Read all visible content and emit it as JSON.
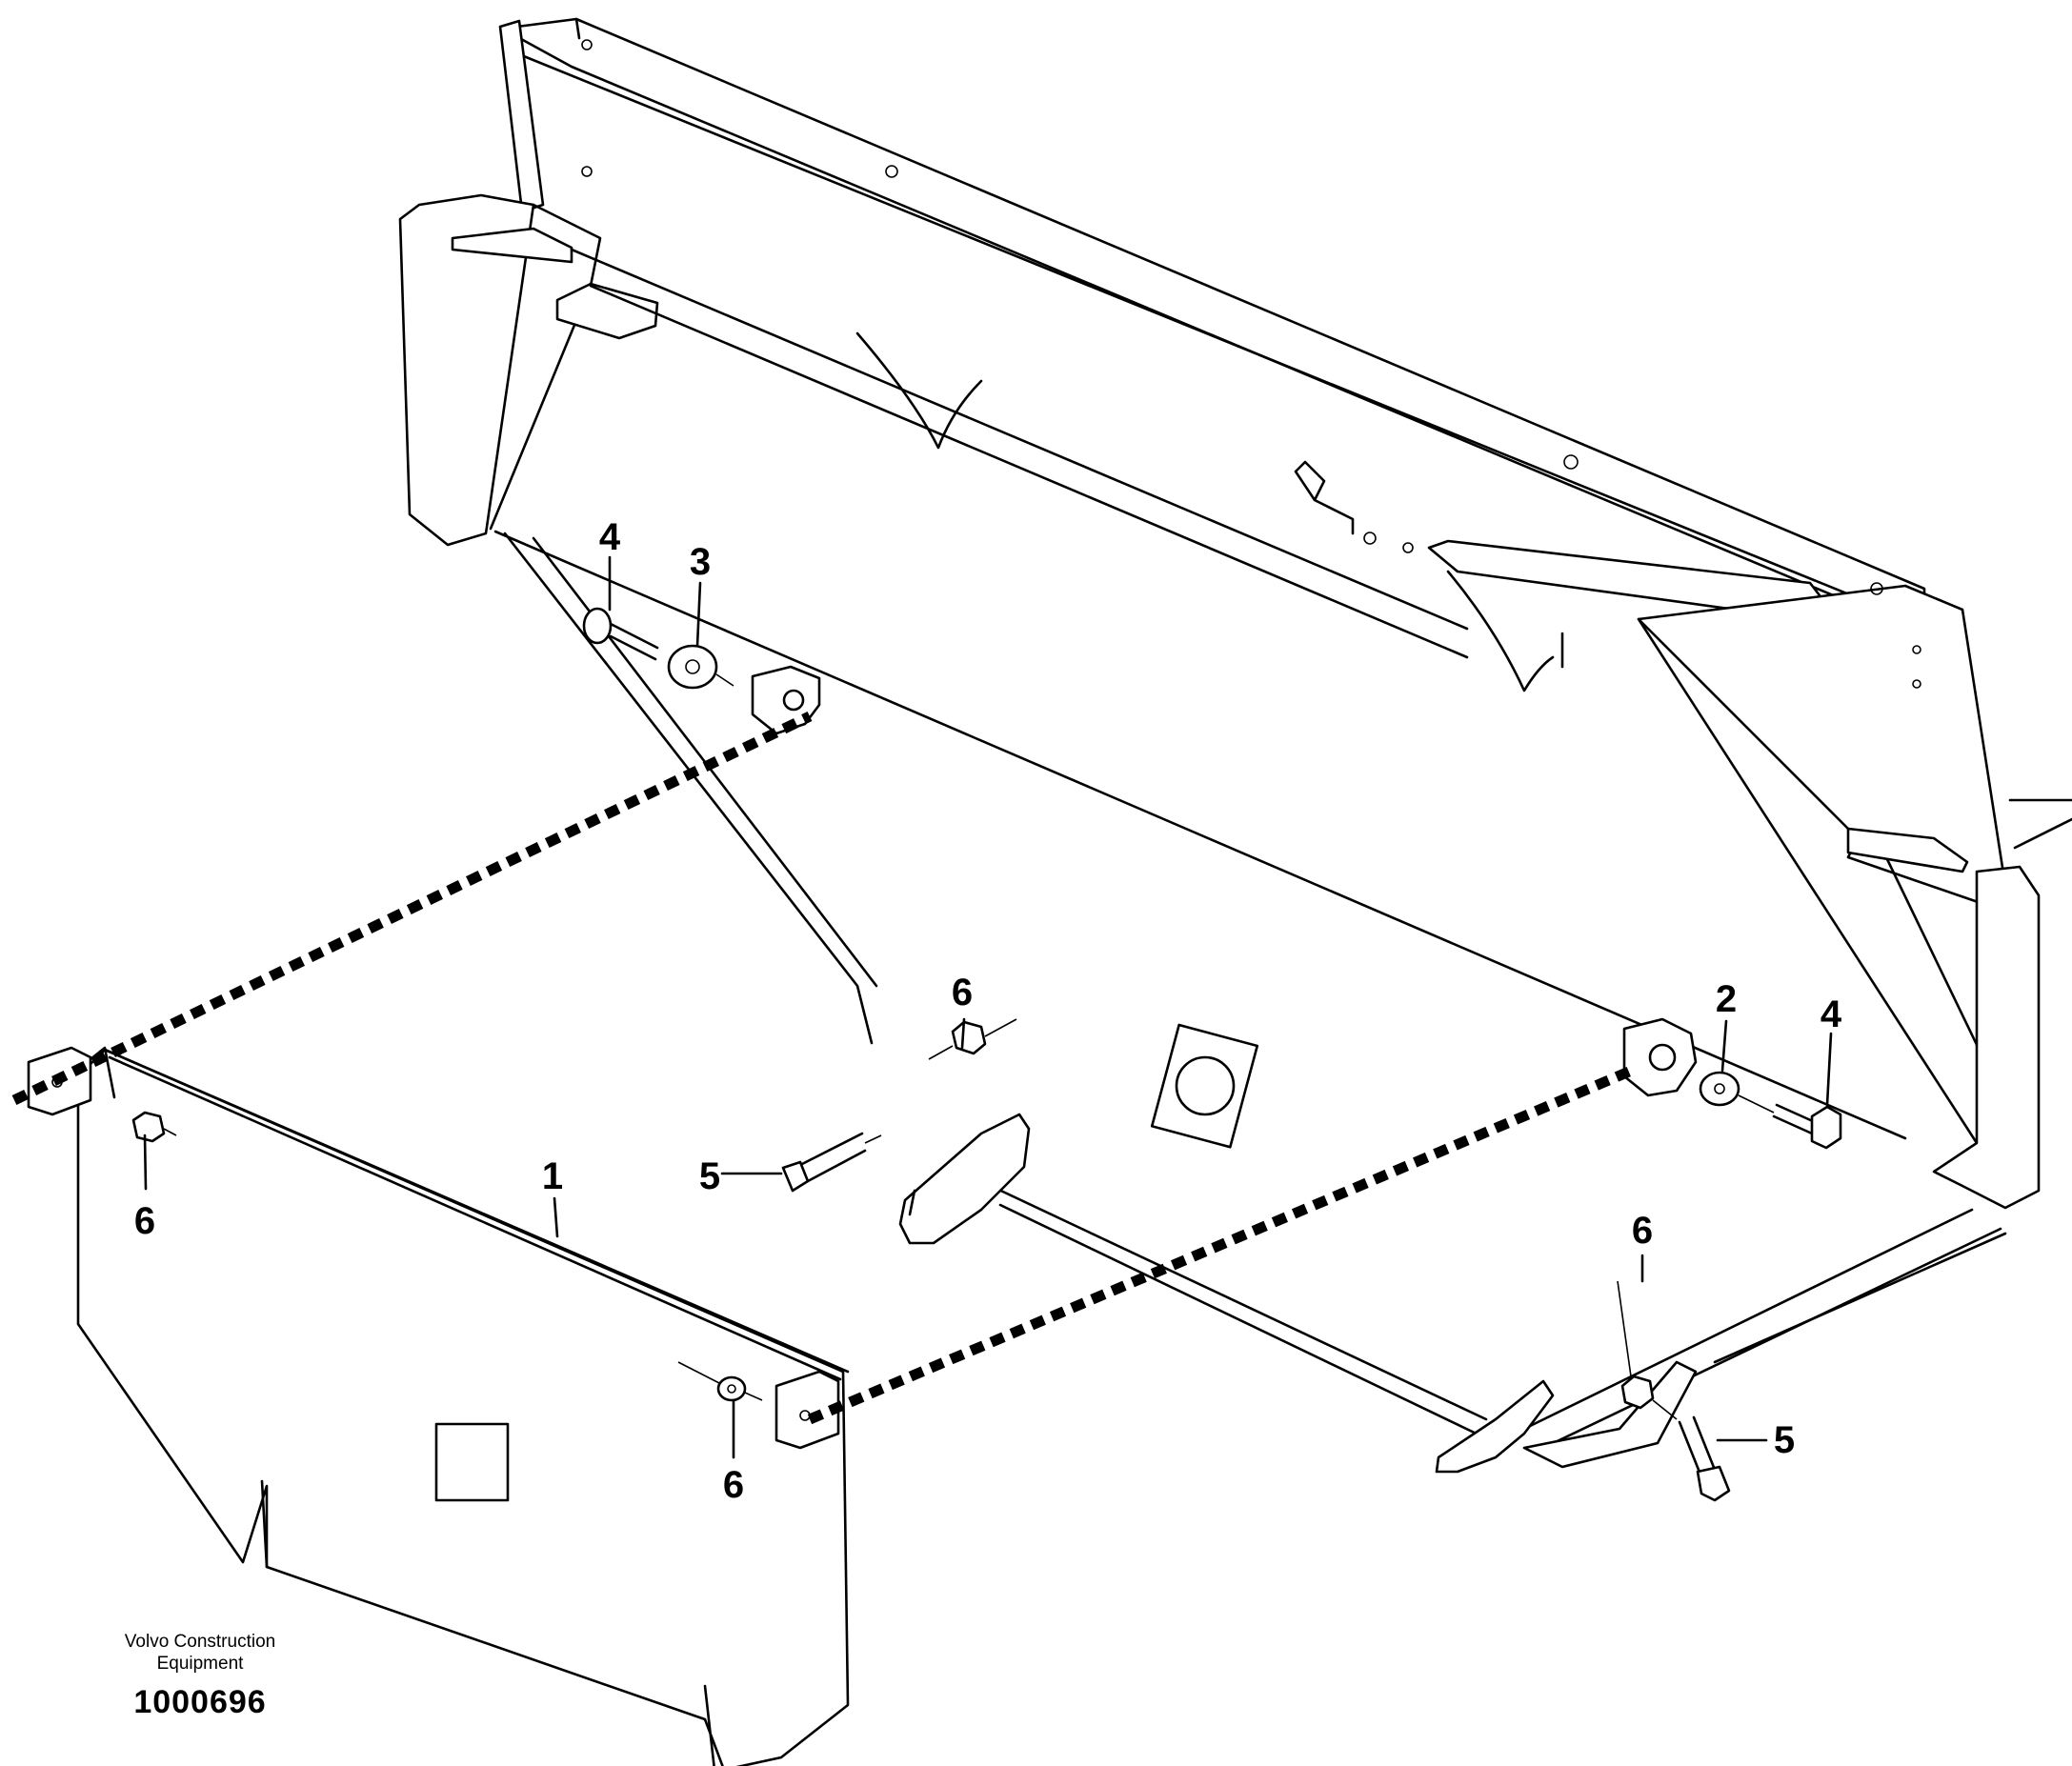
{
  "callouts": {
    "c1": "1",
    "c2": "2",
    "c3": "3",
    "c4a": "4",
    "c4b": "4",
    "c5a": "5",
    "c5b": "5",
    "c6a": "6",
    "c6b": "6",
    "c6c": "6",
    "c6d": "6"
  },
  "caption": {
    "manufacturer_line1": "Volvo Construction",
    "manufacturer_line2": "Equipment",
    "drawing_number": "1000696"
  }
}
